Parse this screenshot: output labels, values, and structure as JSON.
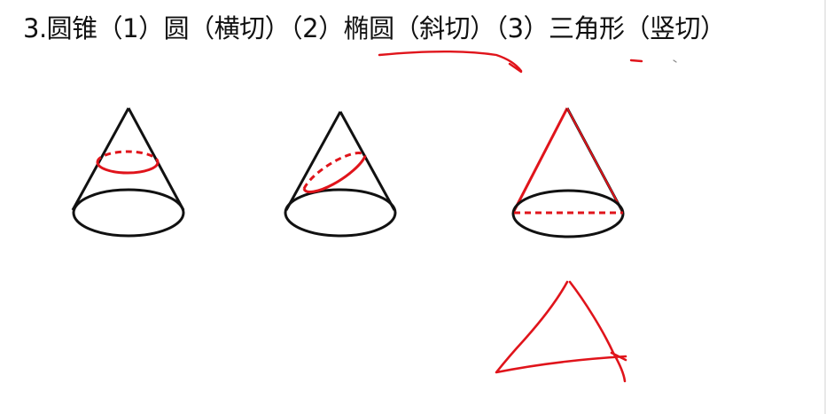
{
  "heading": {
    "text": "3.圆锥（1）圆（横切）（2）椭圆（斜切）（3）三角形（竖切）"
  },
  "colors": {
    "ink": "#111111",
    "annotation": "#e0141b"
  },
  "figures": [
    {
      "id": "cone-horizontal-cut",
      "cut": "horizontal",
      "cross_section": "circle"
    },
    {
      "id": "cone-oblique-cut",
      "cut": "oblique",
      "cross_section": "ellipse"
    },
    {
      "id": "cone-vertical-cut",
      "cut": "vertical",
      "cross_section": "triangle"
    }
  ]
}
